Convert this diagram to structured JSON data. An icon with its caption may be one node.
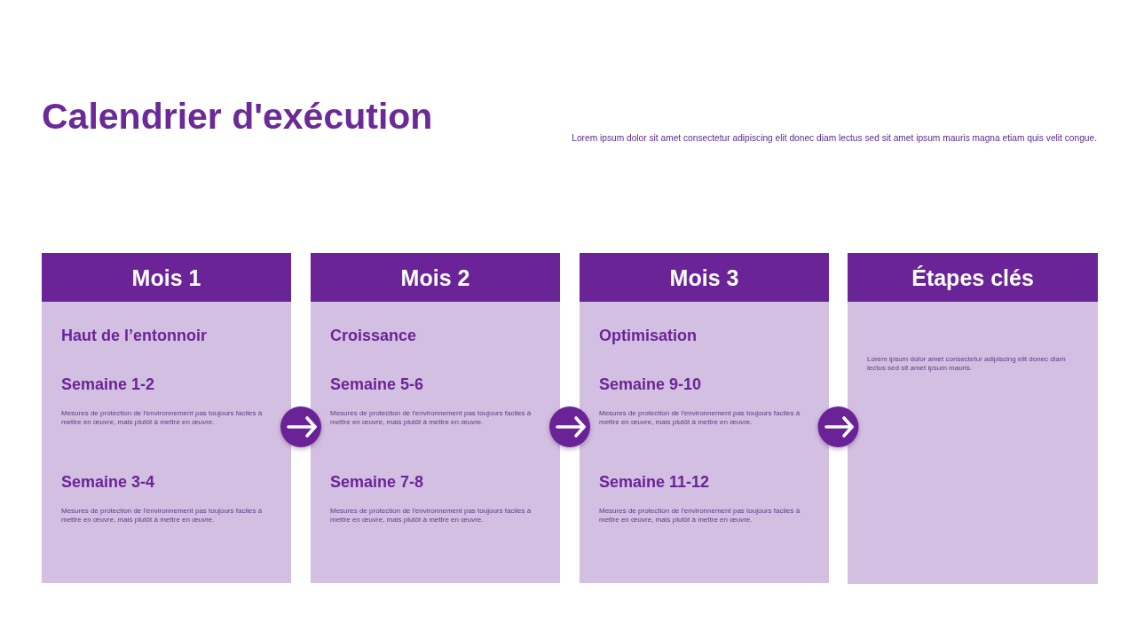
{
  "diagram": {
    "title": "Calendrier d'exécution",
    "nodes": [
      {
        "text": [
          "Haut de l’entonnoir",
          "Semaine 1-2",
          "Mesures de protection de l'environnement pas toujours faciles à mettre en œuvre, mais plutôt à mettre en œuvre.",
          "Semaine 3-4",
          "Mesures de protection de l'environnement pas toujours faciles à mettre en œuvre, mais plutôt à mettre en œuvre."
        ]
      },
      {
        "text": [
          "Mois 1"
        ],
        "in": 0
      },
      {
        "text": [
          "Croissance",
          "Semaine 5-6",
          "Mesures de protection de l'environnement pas toujours faciles à mettre en œuvre, mais plutôt à mettre en œuvre.",
          "Semaine 7-8",
          "Mesures de protection de l'environnement pas toujours faciles à mettre en œuvre, mais plutôt à mettre en œuvre."
        ]
      },
      {
        "text": [
          "Mois 2"
        ],
        "in": 2
      },
      {
        "text": [
          "Optimisation",
          "Semaine 9-10",
          "Mesures de protection de l'environnement pas toujours faciles à mettre en œuvre, mais plutôt à mettre en œuvre.",
          "Semaine 11-12",
          "Mesures de protection de l'environnement pas toujours faciles à mettre en œuvre, mais plutôt à mettre en œuvre."
        ]
      },
      {
        "text": [
          "Mois 3"
        ],
        "in": 4
      },
      {
        "text": [
          "Lorem ipsum dolor amet consectetur adipiscing elit donec diam lectus sed sit amet ipsum mauris."
        ]
      },
      {
        "text": [
          "Étapes clés"
        ],
        "in": 6
      }
    ],
    "edges": [
      {
        "from": 0,
        "to": 2,
        "arrow": "to"
      },
      {
        "from": 2,
        "to": 4,
        "arrow": "to"
      },
      {
        "from": 4,
        "to": 6,
        "arrow": "to"
      }
    ],
    "labels": [
      "Lorem ipsum dolor sit amet consectetur adipiscing elit donec diam lectus sed sit amet ipsum mauris magna etiam quis velit congue."
    ]
  }
}
